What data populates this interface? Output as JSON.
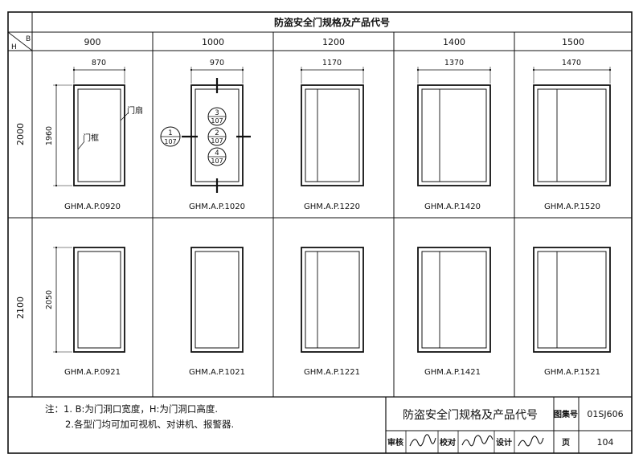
{
  "header": {
    "title": "防盗安全门规格及产品代号",
    "corner_b": "B",
    "corner_h": "H"
  },
  "columns": [
    {
      "label": "900",
      "inner_width": "870"
    },
    {
      "label": "1000",
      "inner_width": "970"
    },
    {
      "label": "1200",
      "inner_width": "1170"
    },
    {
      "label": "1400",
      "inner_width": "1370"
    },
    {
      "label": "1500",
      "inner_width": "1470"
    }
  ],
  "rows": [
    {
      "label": "2000",
      "inner_height": "1960",
      "codes": [
        "GHM.A.P.0920",
        "GHM.A.P.1020",
        "GHM.A.P.1220",
        "GHM.A.P.1420",
        "GHM.A.P.1520"
      ]
    },
    {
      "label": "2100",
      "inner_height": "2050",
      "codes": [
        "GHM.A.P.0921",
        "GHM.A.P.1021",
        "GHM.A.P.1221",
        "GHM.A.P.1421",
        "GHM.A.P.1521"
      ]
    }
  ],
  "callouts": {
    "door_leaf": "门扇",
    "door_frame": "门框",
    "details": [
      {
        "num": "3",
        "sheet": "107"
      },
      {
        "num": "2",
        "sheet": "107"
      },
      {
        "num": "4",
        "sheet": "107"
      },
      {
        "num": "1",
        "sheet": "107"
      }
    ]
  },
  "notes": {
    "prefix": "注：",
    "line1": "1. B:为门洞口宽度，H:为门洞口高度.",
    "line2": "2.各型门均可加可视机、对讲机、报警器."
  },
  "title_block": {
    "title": "防盗安全门规格及产品代号",
    "atlas_label": "图集号",
    "atlas_no": "01SJ606",
    "review_label": "审核",
    "check_label": "校对",
    "design_label": "设计",
    "page_label": "页",
    "page_no": "104"
  }
}
